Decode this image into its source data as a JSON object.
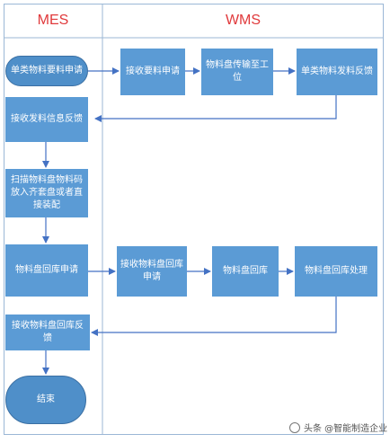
{
  "lanes": {
    "left": "MES",
    "right": "WMS"
  },
  "nodes": {
    "n1": "单类物料要料申请",
    "n2": "接收要料申请",
    "n3": "物料盘传输至工位",
    "n4": "单类物料发料反馈",
    "n5": "接收发料信息反馈",
    "n6": "扫描物料盘物料码\n放入齐套盘或者直接装配",
    "n7": "物料盘回库申请",
    "n8": "接收物料盘回库申请",
    "n9": "物料盘回库",
    "n10": "物料盘回库处理",
    "n11": "接收物料盘回库反馈",
    "n12": "结束"
  },
  "watermark": "头条 @智能制造企业"
}
